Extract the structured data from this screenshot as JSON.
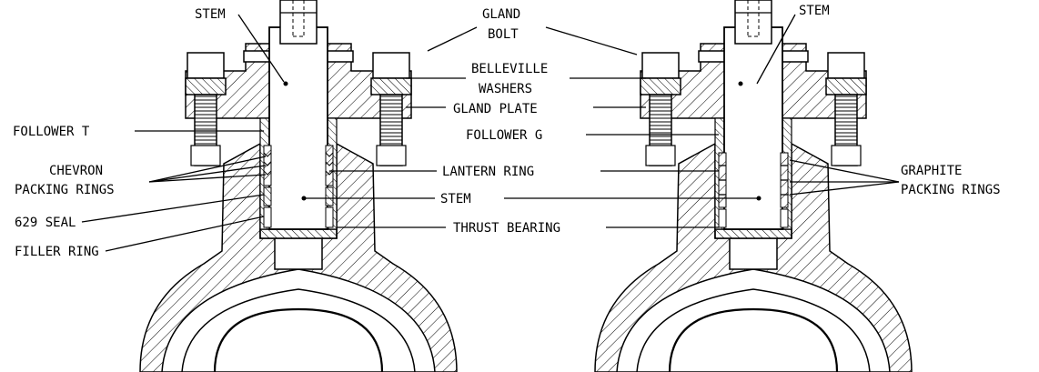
{
  "labels": {
    "stem_top_left": "STEM",
    "stem_top_right": "STEM",
    "gland_bolt_1": "GLAND",
    "gland_bolt_2": "BOLT",
    "belleville_1": "BELLEVILLE",
    "belleville_2": "WASHERS",
    "gland_plate": "GLAND PLATE",
    "follower_t": "FOLLOWER T",
    "follower_g": "FOLLOWER G",
    "chevron_1": "CHEVRON",
    "chevron_2": "PACKING RINGS",
    "lantern_ring": "LANTERN RING",
    "stem_middle": "STEM",
    "graphite_1": "GRAPHITE",
    "graphite_2": "PACKING RINGS",
    "seal_629": "629 SEAL",
    "filler_ring": "FILLER RING",
    "thrust_bearing": "THRUST BEARING"
  },
  "colors": {
    "line": "#000000",
    "background": "#ffffff"
  }
}
